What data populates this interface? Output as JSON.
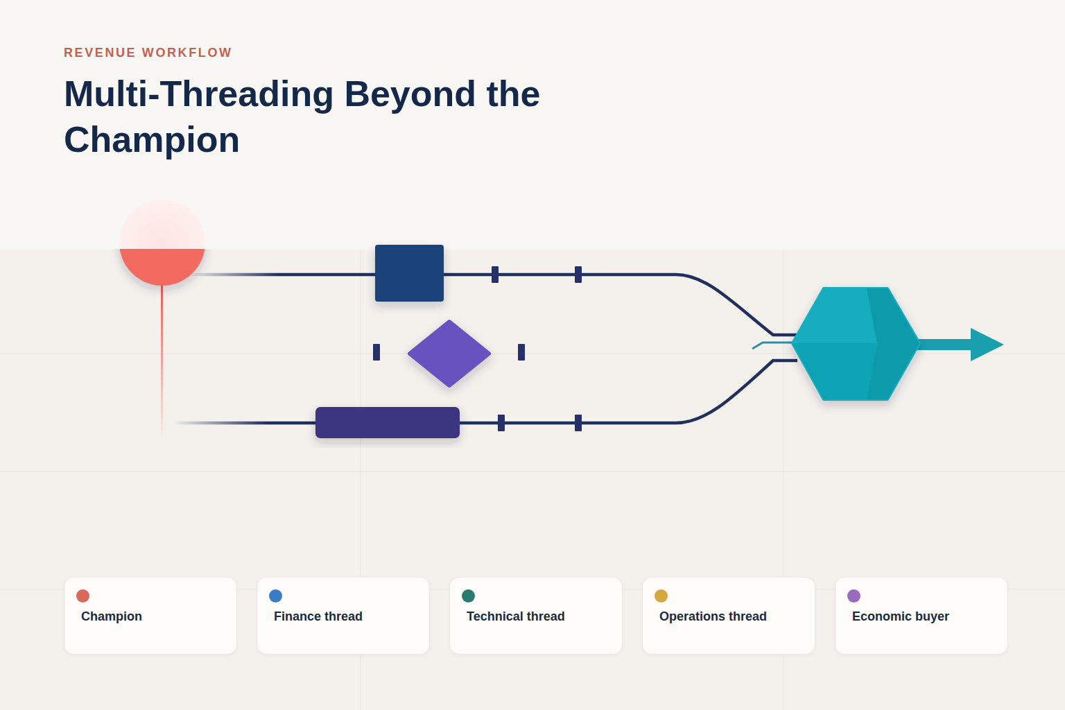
{
  "diagram": {
    "title": "Multi-Threading Beyond the Champion",
    "labels": [
      "REVENUE WORKFLOW"
    ],
    "legend": [
      {
        "text": "Champion",
        "color": "#d9695a"
      },
      {
        "text": "Finance thread",
        "color": "#3b7dc4"
      },
      {
        "text": "Technical thread",
        "color": "#2b7a6f"
      },
      {
        "text": "Operations thread",
        "color": "#d6a640"
      },
      {
        "text": "Economic buyer",
        "color": "#9a6bbd"
      }
    ]
  }
}
